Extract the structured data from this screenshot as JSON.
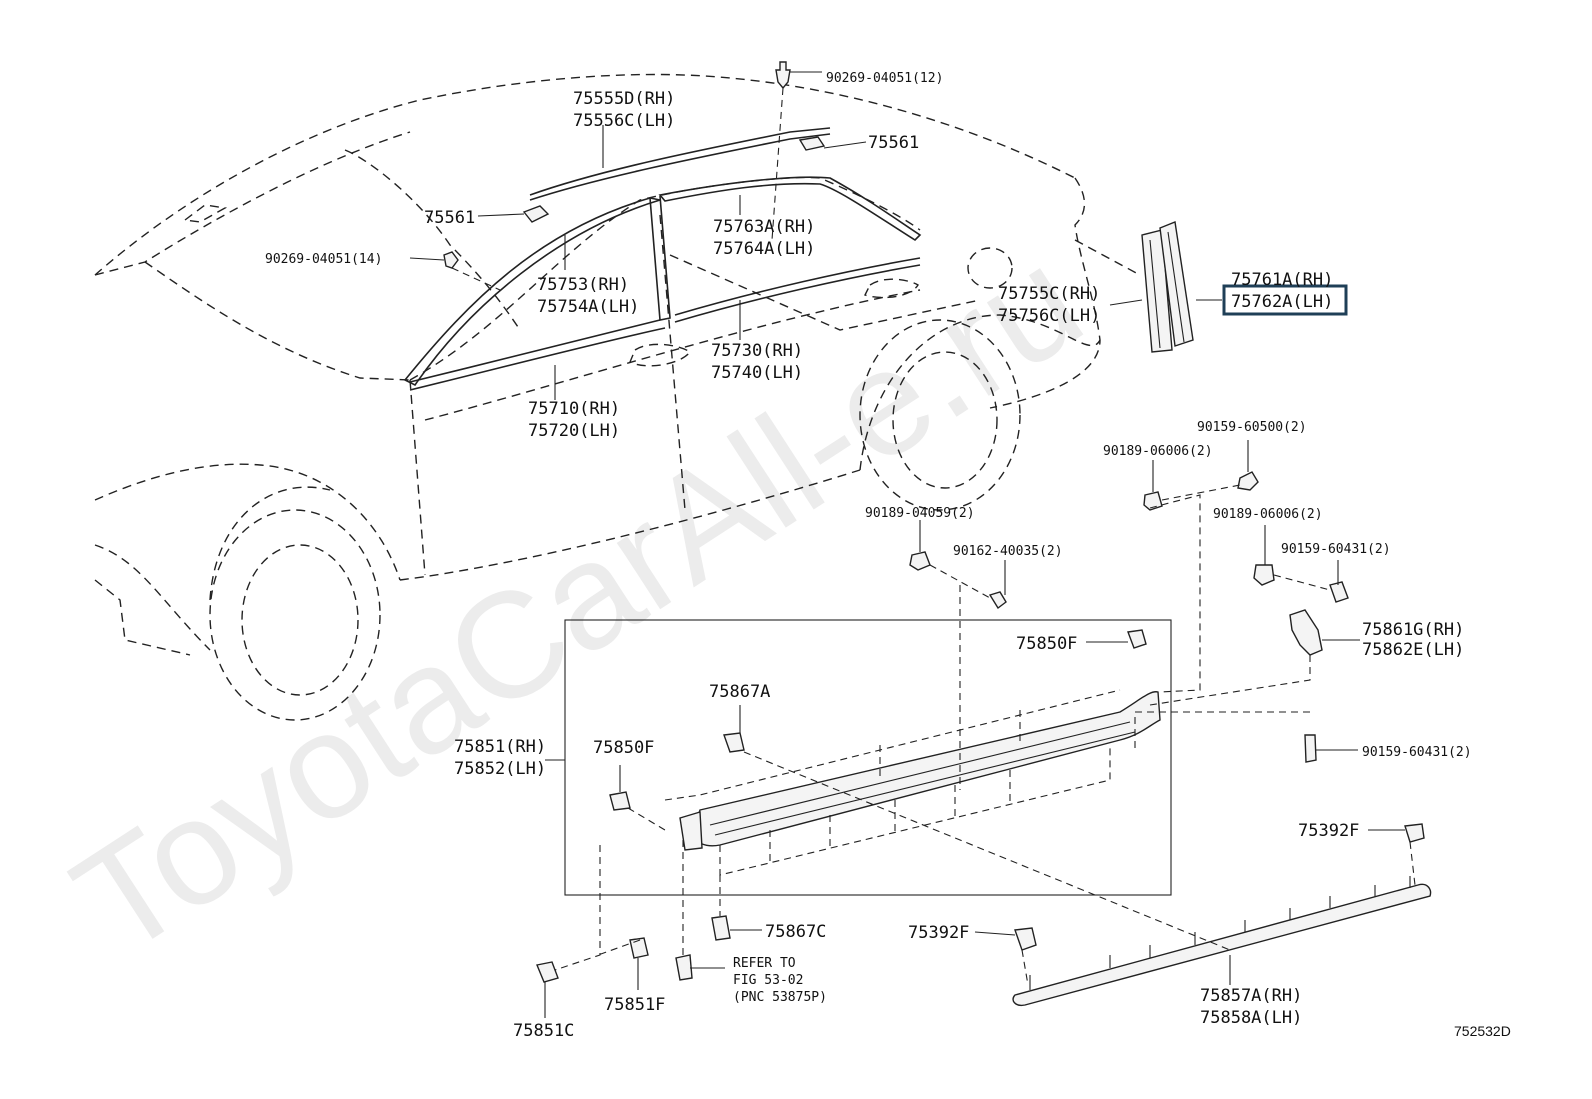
{
  "watermark": "ToyotaCarAll-e.ru",
  "figure_code": "752532D",
  "highlight_color": "#1f3f57",
  "callouts": {
    "c90269_12": "90269-04051(12)",
    "c75555d": "75555D(RH)",
    "c75556c": "75556C(LH)",
    "c75561_top": "75561",
    "c75561_left": "75561",
    "c90269_14": "90269-04051(14)",
    "c75763a": "75763A(RH)",
    "c75764a": "75764A(LH)",
    "c75753": "75753(RH)",
    "c75754a": "75754A(LH)",
    "c75730": "75730(RH)",
    "c75740": "75740(LH)",
    "c75710": "75710(RH)",
    "c75720": "75720(LH)",
    "c75755c": "75755C(RH)",
    "c75756c": "75756C(LH)",
    "c75761a": "75761A(RH)",
    "c75762a": "75762A(LH)",
    "c90159_60500": "90159-60500(2)",
    "c90189_06006_a": "90189-06006(2)",
    "c90189_06006_b": "90189-06006(2)",
    "c90189_04059": "90189-04059(2)",
    "c90162_40035": "90162-40035(2)",
    "c90159_60431_a": "90159-60431(2)",
    "c90159_60431_b": "90159-60431(2)",
    "c75861g": "75861G(RH)",
    "c75862e": "75862E(LH)",
    "c75850f_top": "75850F",
    "c75850f_left": "75850F",
    "c75867a": "75867A",
    "c75851": "75851(RH)",
    "c75852": "75852(LH)",
    "c75392f_right": "75392F",
    "c75392f_left": "75392F",
    "c75867c": "75867C",
    "c75851f": "75851F",
    "c75851c": "75851C",
    "c75857a": "75857A(RH)",
    "c75858a": "75858A(LH)",
    "refer_1": "REFER TO",
    "refer_2": "FIG 53-02",
    "refer_3": "(PNC 53875P)"
  }
}
